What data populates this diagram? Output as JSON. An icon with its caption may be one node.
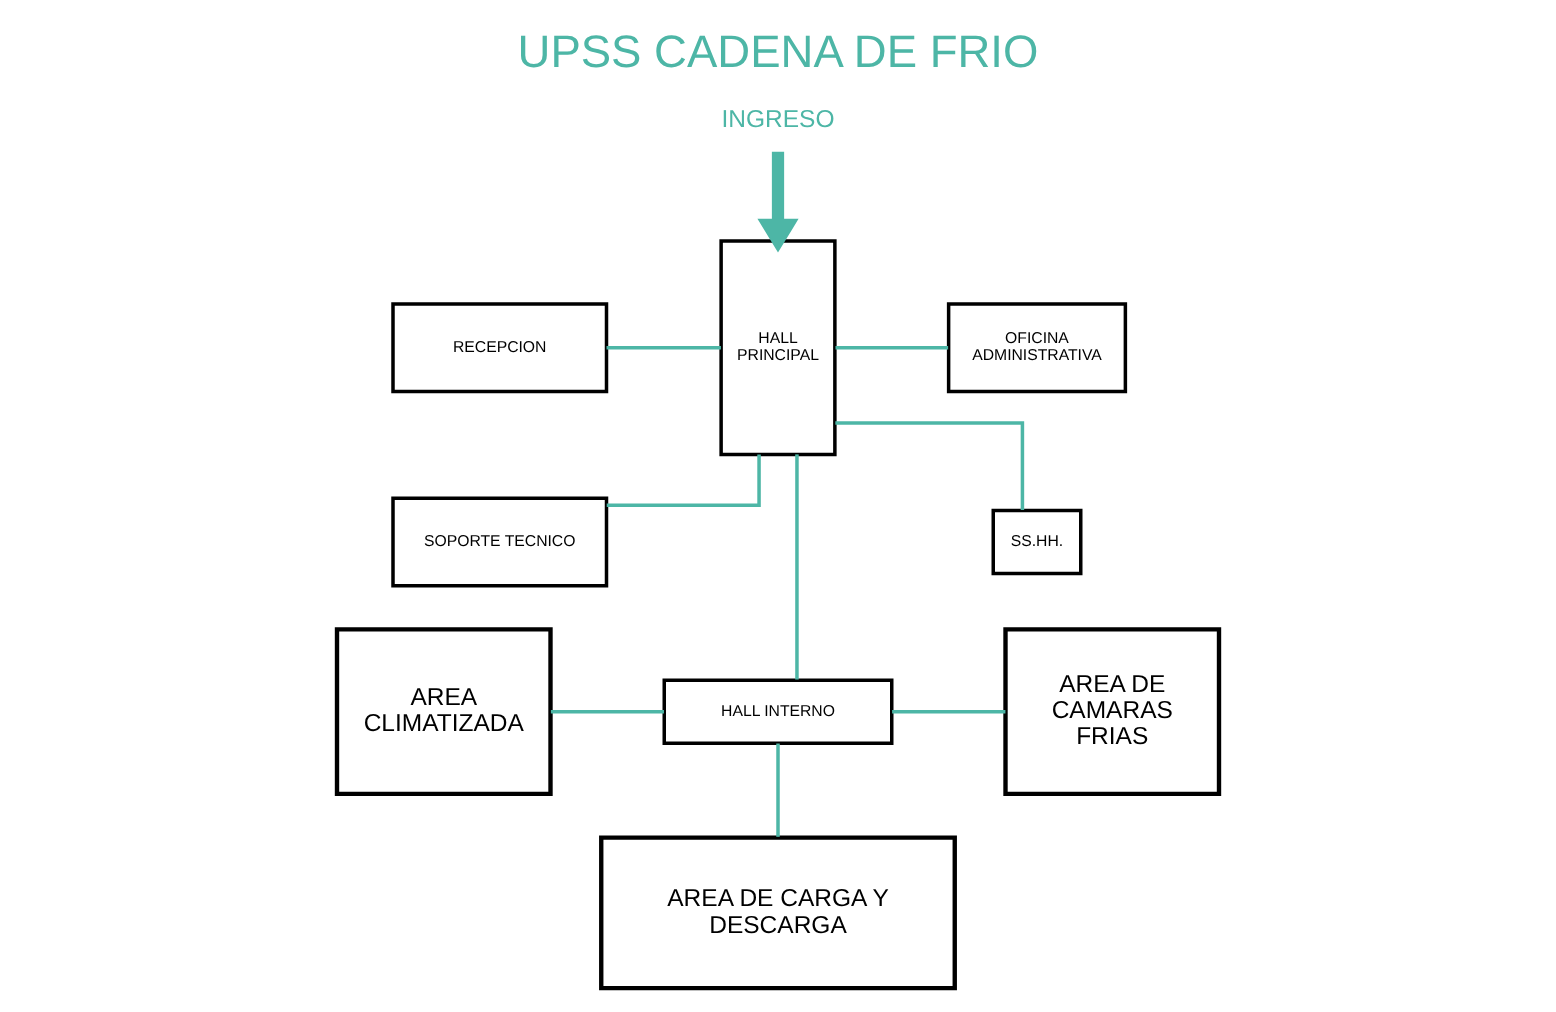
{
  "diagram": {
    "title": "UPSS CADENA DE FRIO",
    "nodes": [
      {
        "text": [
          "INGRESO"
        ]
      },
      {
        "text": [
          "RECEPCION"
        ]
      },
      {
        "text": [
          "HALL PRINCIPAL"
        ]
      },
      {
        "text": [
          "OFICINA ADMINISTRATIVA"
        ]
      },
      {
        "text": [
          "SOPORTE TECNICO"
        ]
      },
      {
        "text": [
          "SS.HH."
        ]
      },
      {
        "text": [
          "AREA CLIMATIZADA"
        ]
      },
      {
        "text": [
          "HALL INTERNO"
        ]
      },
      {
        "text": [
          "AREA DE CAMARAS FRIAS"
        ]
      },
      {
        "text": [
          "AREA DE CARGA Y DESCARGA"
        ]
      }
    ],
    "edges": [
      {
        "from": 0,
        "to": 2,
        "arrow": "to",
        "style": "thick"
      },
      {
        "from": 1,
        "to": 2,
        "arrow": "none"
      },
      {
        "from": 2,
        "to": 3,
        "arrow": "none"
      },
      {
        "from": 4,
        "to": 2,
        "arrow": "none"
      },
      {
        "from": 2,
        "to": 5,
        "arrow": "none"
      },
      {
        "from": 2,
        "to": 7,
        "arrow": "none"
      },
      {
        "from": 6,
        "to": 7,
        "arrow": "none"
      },
      {
        "from": 7,
        "to": 8,
        "arrow": "none"
      },
      {
        "from": 7,
        "to": 9,
        "arrow": "none"
      }
    ]
  }
}
